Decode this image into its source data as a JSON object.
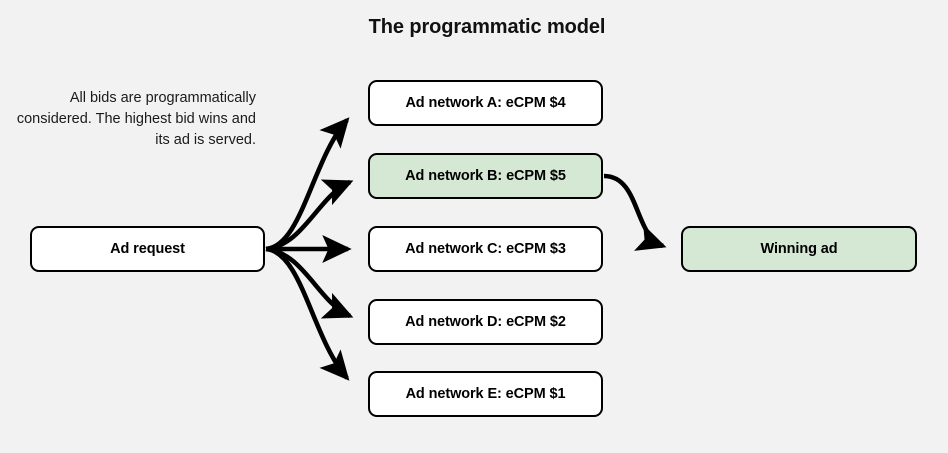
{
  "diagram": {
    "title": "The programmatic model",
    "background_color": "#f2f2f2",
    "note": "All bids are programmatically considered. The highest bid wins and its ad is served.",
    "source_node": {
      "label": "Ad request",
      "fill": "#ffffff",
      "stroke": "#000000"
    },
    "networks": [
      {
        "label": "Ad network A: eCPM $4",
        "network": "A",
        "ecpm": 4,
        "fill": "#ffffff",
        "winner": false
      },
      {
        "label": "Ad network B: eCPM $5",
        "network": "B",
        "ecpm": 5,
        "fill": "#d5e8d4",
        "winner": true
      },
      {
        "label": "Ad network C: eCPM $3",
        "network": "C",
        "ecpm": 3,
        "fill": "#ffffff",
        "winner": false
      },
      {
        "label": "Ad network D: eCPM $2",
        "network": "D",
        "ecpm": 2,
        "fill": "#ffffff",
        "winner": false
      },
      {
        "label": "Ad network E: eCPM $1",
        "network": "E",
        "ecpm": 1,
        "fill": "#ffffff",
        "winner": false
      }
    ],
    "result_node": {
      "label": "Winning ad",
      "fill": "#d5e8d4",
      "stroke": "#000000"
    },
    "edges": {
      "count": 6,
      "color": "#000000",
      "arrowhead": "filled-triangle"
    }
  }
}
